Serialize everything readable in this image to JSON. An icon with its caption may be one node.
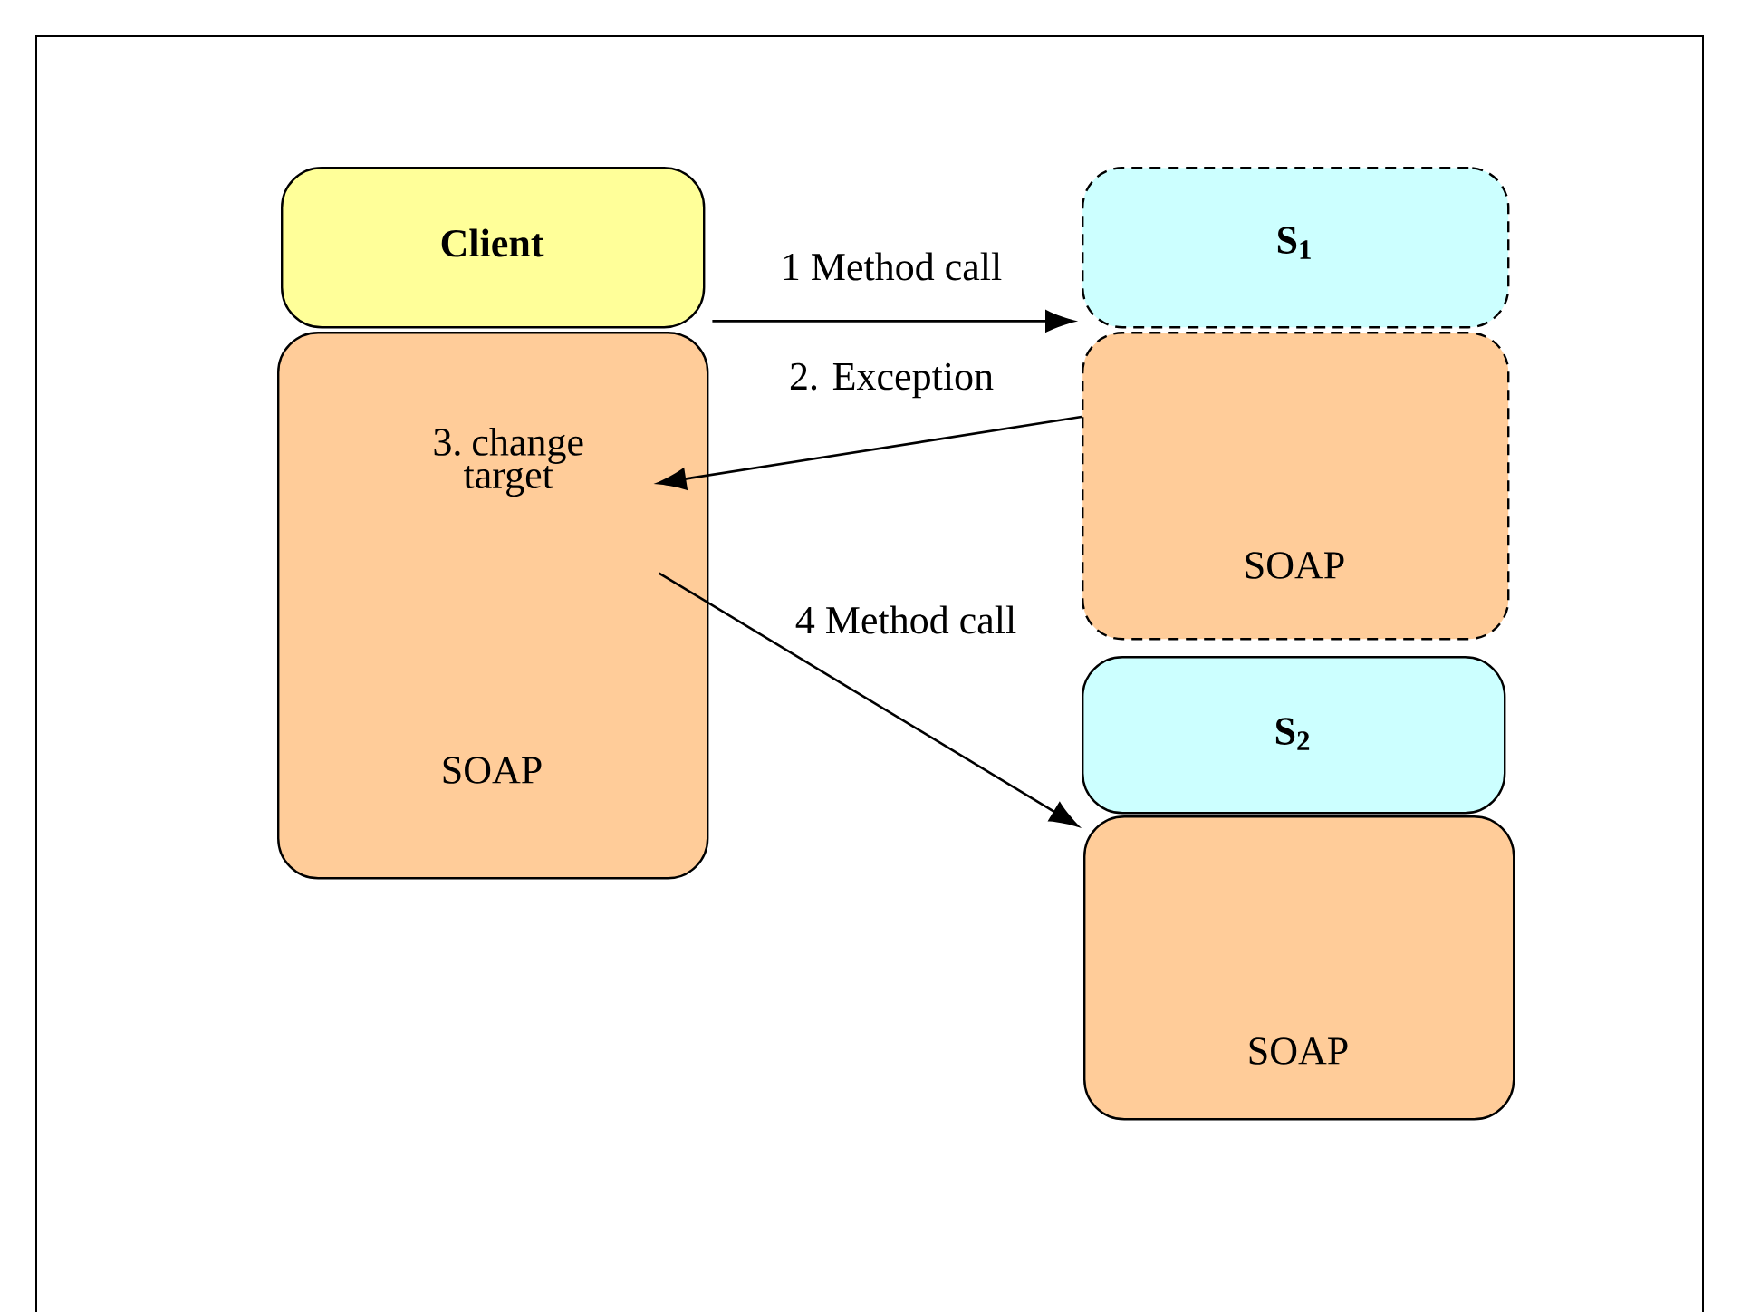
{
  "diagram": {
    "nodes": [
      {
        "text": [
          "Client"
        ]
      },
      {
        "text": [
          "SOAP"
        ]
      },
      {
        "text": [
          "3. change target"
        ],
        "in": 1
      },
      {
        "text": [
          "S$_{1}$"
        ]
      },
      {
        "text": [
          "SOAP"
        ]
      },
      {
        "text": [
          "S$_{2}$"
        ]
      },
      {
        "text": [
          "SOAP"
        ]
      }
    ],
    "edges": [
      {
        "from": 0,
        "to": 3,
        "arrow": "to",
        "label": "1 Method call"
      },
      {
        "from": 4,
        "to": 2,
        "arrow": "to",
        "label": "2. Exception"
      },
      {
        "from": 2,
        "to": 6,
        "arrow": "to",
        "label": "4 Method call"
      }
    ]
  }
}
